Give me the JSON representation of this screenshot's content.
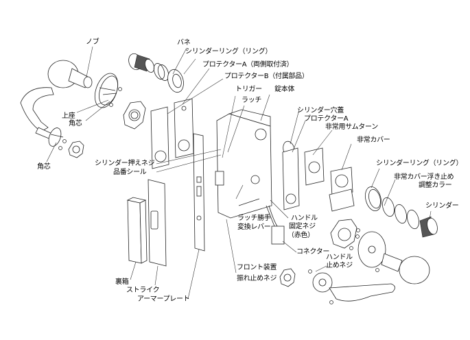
{
  "diagram": {
    "type": "exploded-parts-view",
    "subject": "mortise lock assembly",
    "labels": {
      "knob": "ノブ",
      "spring": "バネ",
      "cylinder_ring_top": "シリンダーリング（リング）",
      "protector_a_top": "プロテクターA（両側取付済）",
      "protector_b": "プロテクターB（付属部品）",
      "trigger": "トリガー",
      "latch": "ラッチ",
      "lock_body": "錠本体",
      "upper_rose": "上座",
      "spindle_upper": "角芯",
      "spindle_lower": "角芯",
      "cylinder_hole_cover": "シリンダー穴蓋",
      "protector_a_right": "プロテクターA",
      "emergency_thumbturn": "非常用サムターン",
      "emergency_cover": "非常カバー",
      "cylinder_ring_right": "シリンダーリング（リング）",
      "cover_float_stop_line1": "非常カバー浮き止め",
      "cover_float_stop_line2": "調整カラー",
      "cylinder": "シリンダー",
      "cylinder_set_screw": "シリンダー押えネジ",
      "model_sticker": "品番シール",
      "latch_hand_lever_line1": "ラッチ勝手",
      "latch_hand_lever_line2": "変換レバー",
      "handle_fix_screw_line1": "ハンドル",
      "handle_fix_screw_line2": "固定ネジ",
      "handle_fix_screw_line3": "（赤色）",
      "connector": "コネクター",
      "handle_stop_screw_line1": "ハンドル",
      "handle_stop_screw_line2": "止めネジ",
      "front_antiloose_line1": "フロント装置",
      "front_antiloose_line2": "振れ止めネジ",
      "strike_box": "裏箱",
      "strike": "ストライク",
      "armor_plate": "アーマープレート"
    }
  }
}
